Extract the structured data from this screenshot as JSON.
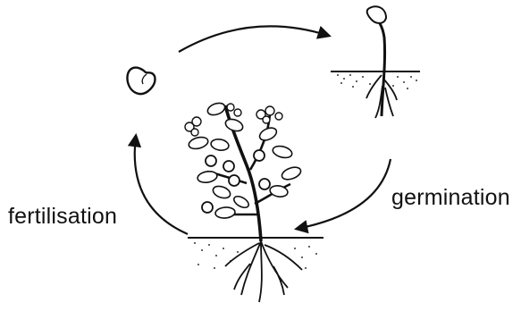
{
  "diagram": {
    "labels": {
      "fertilisation": "fertilisation",
      "germination": "germination"
    },
    "stages": [
      "seed",
      "seedling",
      "flowering-fruiting-plant"
    ],
    "colors": {
      "ink": "#111111",
      "soil": "#3a3a3a",
      "background": "#ffffff"
    }
  }
}
